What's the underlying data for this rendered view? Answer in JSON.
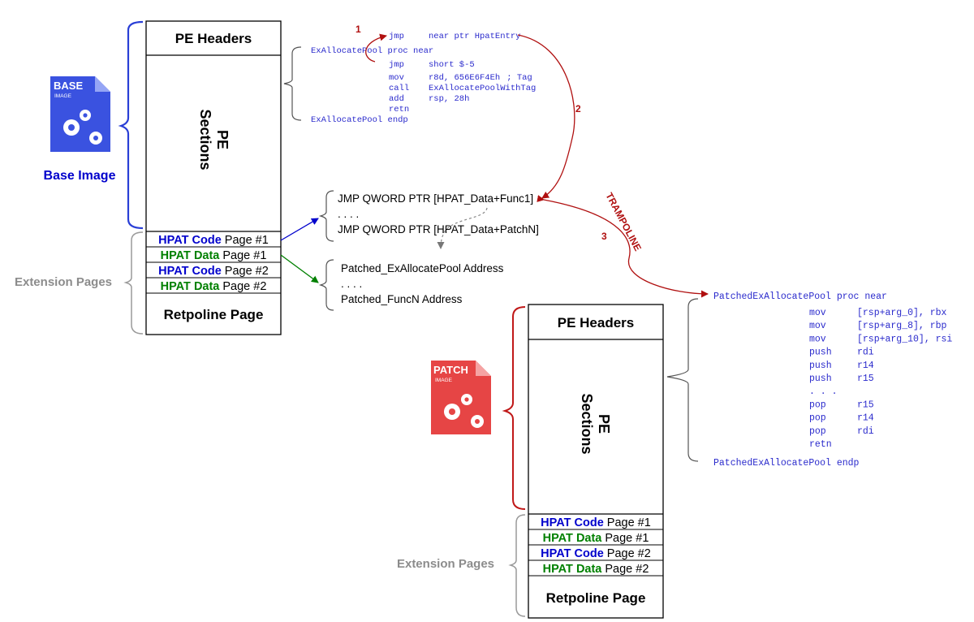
{
  "colors": {
    "blue": "#0000cc",
    "green": "#008000",
    "red": "#b01010",
    "gray": "#8c8c8c",
    "asm_blue": "#2a2acc",
    "asm_green": "#1a8a1a",
    "icon_blue": "#3a52e0",
    "icon_red": "#e64545"
  },
  "base": {
    "icon_title": "BASE",
    "icon_sub": "IMAGE",
    "label": "Base Image",
    "pe_headers": "PE Headers",
    "pe_sections_line1": "PE",
    "pe_sections_line2": "Sections",
    "pages": [
      {
        "name": "HPAT Code",
        "page": "Page #1",
        "kind": "code"
      },
      {
        "name": "HPAT Data",
        "page": "Page #1",
        "kind": "data"
      },
      {
        "name": "HPAT Code",
        "page": "Page #2",
        "kind": "code"
      },
      {
        "name": "HPAT Data",
        "page": "Page #2",
        "kind": "data"
      }
    ],
    "retpoline": "Retpoline Page",
    "extension_label": "Extension Pages"
  },
  "patch": {
    "icon_title": "PATCH",
    "icon_sub": "IMAGE",
    "pe_headers": "PE Headers",
    "pe_sections_line1": "PE",
    "pe_sections_line2": "Sections",
    "pages": [
      {
        "name": "HPAT Code",
        "page": "Page #1",
        "kind": "code"
      },
      {
        "name": "HPAT Data",
        "page": "Page #1",
        "kind": "data"
      },
      {
        "name": "HPAT Code",
        "page": "Page #2",
        "kind": "code"
      },
      {
        "name": "HPAT Data",
        "page": "Page #2",
        "kind": "data"
      }
    ],
    "retpoline": "Retpoline Page",
    "extension_label": "Extension Pages"
  },
  "base_asm": {
    "header": "ExAllocatePool  proc near",
    "footer": "ExAllocatePool  endp",
    "lines": [
      {
        "op": "jmp",
        "arg": "near ptr HpatEntry",
        "comment": ""
      },
      {
        "op": "jmp",
        "arg": "short $-5",
        "comment": ""
      },
      {
        "op": "mov",
        "arg": "r8d, 656E6F4Eh",
        "comment": "; Tag"
      },
      {
        "op": "call",
        "arg": "ExAllocatePoolWithTag",
        "comment": ""
      },
      {
        "op": "add",
        "arg": "rsp, 28h",
        "comment": ""
      },
      {
        "op": "retn",
        "arg": "",
        "comment": ""
      }
    ]
  },
  "hpat_code_listing": [
    "JMP QWORD PTR [HPAT_Data+Func1]",
    ". . . .",
    "JMP QWORD PTR [HPAT_Data+PatchN]"
  ],
  "hpat_data_listing": [
    "Patched_ExAllocatePool Address",
    ". . . .",
    "Patched_FuncN Address"
  ],
  "patch_asm": {
    "header": "PatchedExAllocatePool proc near",
    "footer": "PatchedExAllocatePool endp",
    "lines": [
      {
        "op": "mov",
        "arg": "[rsp+arg_0], rbx"
      },
      {
        "op": "mov",
        "arg": "[rsp+arg_8], rbp"
      },
      {
        "op": "mov",
        "arg": "[rsp+arg_10], rsi"
      },
      {
        "op": "push",
        "arg": "rdi"
      },
      {
        "op": "push",
        "arg": "r14"
      },
      {
        "op": "push",
        "arg": "r15"
      },
      {
        "op": ". . .",
        "arg": ""
      },
      {
        "op": "pop",
        "arg": "r15"
      },
      {
        "op": "pop",
        "arg": "r14"
      },
      {
        "op": "pop",
        "arg": "rdi"
      },
      {
        "op": "retn",
        "arg": ""
      }
    ]
  },
  "steps": {
    "one": "1",
    "two": "2",
    "three": "3",
    "trampoline": "TRAMPOLINE"
  }
}
